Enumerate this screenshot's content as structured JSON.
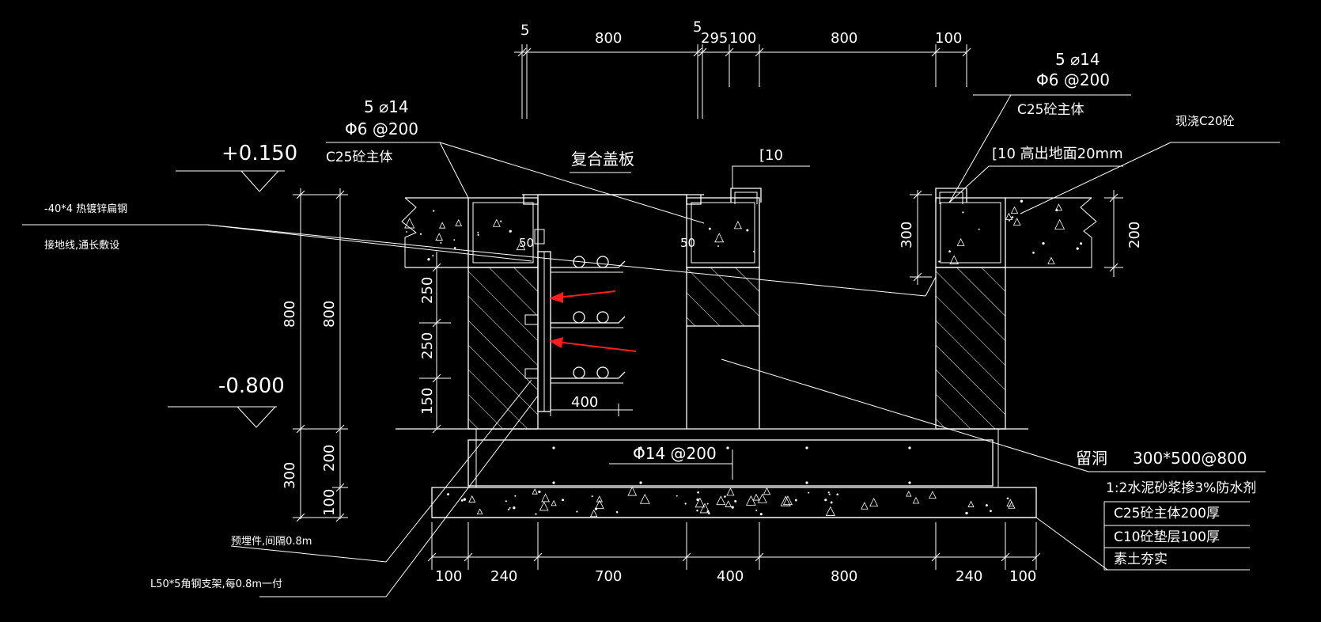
{
  "drawing": {
    "colors": {
      "background": "#000000",
      "line": "#ffffff",
      "arrow": "#ff1e1e"
    },
    "top_dims": [
      "5",
      "800",
      "5",
      "295",
      "100",
      "800",
      "100"
    ],
    "bottom_dims": [
      "100",
      "240",
      "700",
      "400",
      "800",
      "240",
      "100"
    ],
    "left_dims": {
      "total_800_outer": "800",
      "total_800_inner": "800",
      "step_250_a": "250",
      "step_250_b": "250",
      "step_150": "150",
      "base_300": "300",
      "base_200": "200",
      "base_100": "100"
    },
    "right_dims": {
      "d300": "300",
      "d200": "200"
    },
    "inner_dims": {
      "d50_left": "50",
      "d50_right": "50",
      "d400": "400"
    },
    "elevations": {
      "top": "+0.150",
      "bottom": "-0.800"
    },
    "left_callout": {
      "rebar_main": "5 ⌀14",
      "rebar_stirrup": "Φ6 @200",
      "concrete": "C25砼主体"
    },
    "right_callout": {
      "rebar_main": "5 ⌀14",
      "rebar_stirrup": "Φ6 @200",
      "concrete": "C25砼主体",
      "channel": "[10 高出地面20mm",
      "cast": "现浇C20砼"
    },
    "cover_label": "复合盖板",
    "channel_label": "[10",
    "flat_steel_label": "-40*4 热镀锌扁钢",
    "ground_wire_label": "接地线,通长敷设",
    "embedded_label": "预埋件,间隔0.8m",
    "angle_bracket_label": "L50*5角钢支架,每0.8m一付",
    "base_rebar_label": "Φ14 @200",
    "opening_label": "留洞",
    "opening_spec": "300*500@800",
    "layers": [
      "1:2水泥砂浆掺3%防水剂",
      "C25砼主体200厚",
      "C10砼垫层100厚",
      "素土夯实"
    ]
  }
}
